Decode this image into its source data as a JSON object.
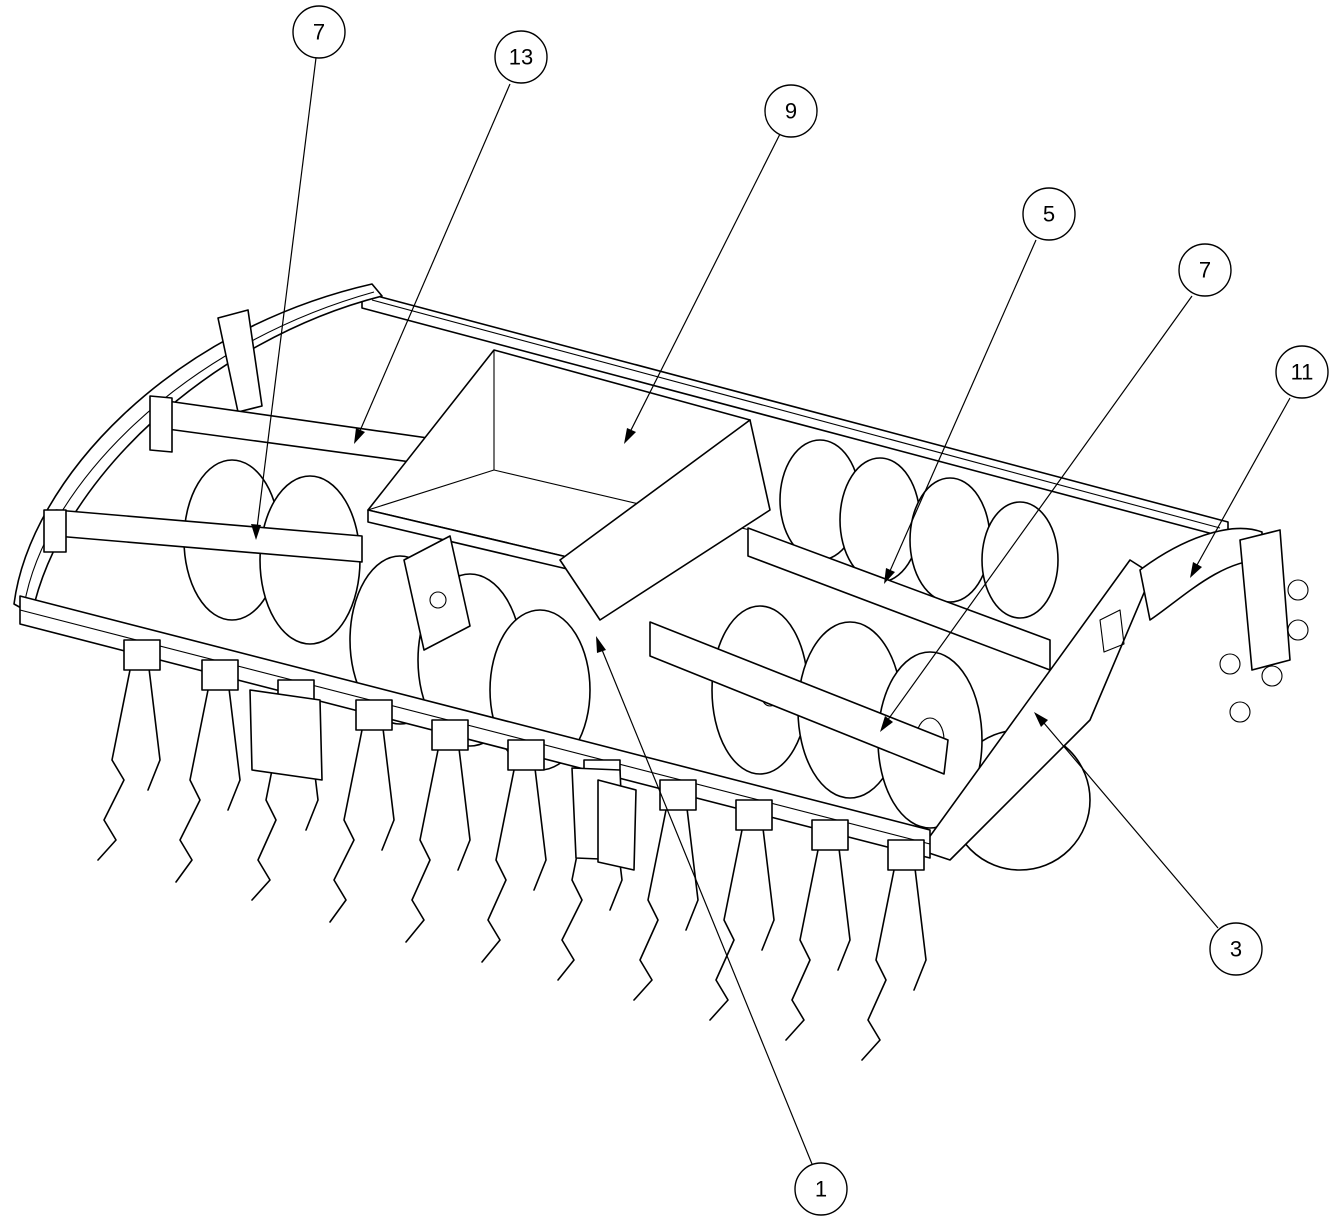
{
  "callouts": [
    {
      "id": "c7a",
      "number": "7"
    },
    {
      "id": "c13",
      "number": "13"
    },
    {
      "id": "c9",
      "number": "9"
    },
    {
      "id": "c5",
      "number": "5"
    },
    {
      "id": "c7b",
      "number": "7"
    },
    {
      "id": "c11",
      "number": "11"
    },
    {
      "id": "c3",
      "number": "3"
    },
    {
      "id": "c1",
      "number": "1"
    }
  ]
}
